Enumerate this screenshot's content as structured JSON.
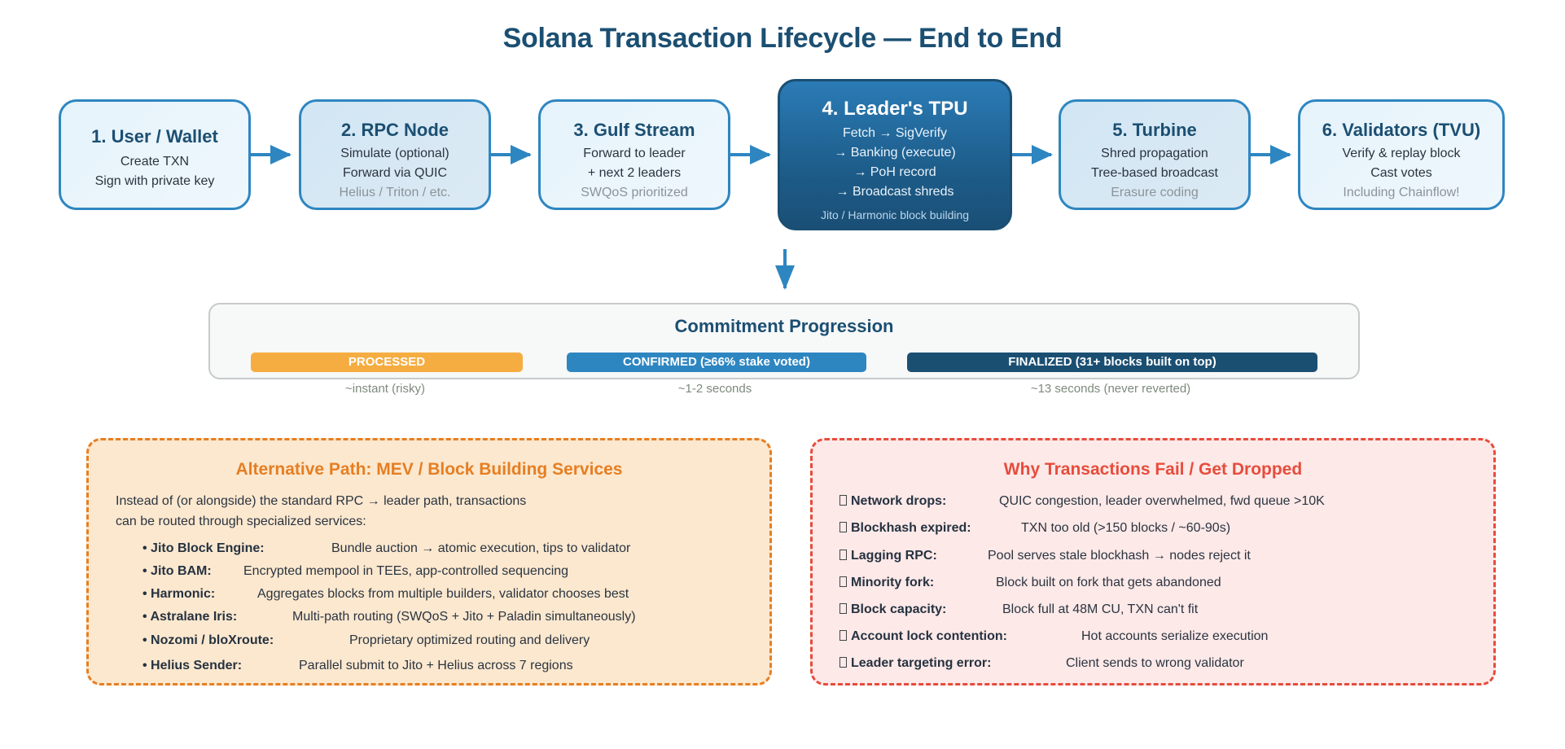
{
  "title": "Solana Transaction Lifecycle — End to End",
  "colors": {
    "primary": "#2e86c1",
    "dark": "#1b4f72",
    "processed": "#f5ad41",
    "confirmed": "#2e86c1",
    "finalized": "#1b4f72",
    "alt_accent": "#e67e22",
    "fail_accent": "#e74c3c"
  },
  "stages": [
    {
      "title": "1. User / Wallet",
      "lines": [
        "Create TXN",
        "Sign with private key"
      ],
      "note": ""
    },
    {
      "title": "2. RPC Node",
      "lines": [
        "Simulate (optional)",
        "Forward via QUIC"
      ],
      "note": "Helius / Triton / etc."
    },
    {
      "title": "3. Gulf Stream",
      "lines": [
        "Forward to leader",
        "+ next 2 leaders"
      ],
      "note": "SWQoS prioritized"
    },
    {
      "title": "4. Leader's TPU",
      "lines": [
        "Fetch → SigVerify",
        "→ Banking (execute)",
        "→ PoH record",
        "→ Broadcast shreds"
      ],
      "note": "Jito / Harmonic block building"
    },
    {
      "title": "5. Turbine",
      "lines": [
        "Shred propagation",
        "Tree-based broadcast"
      ],
      "note": "Erasure coding"
    },
    {
      "title": "6. Validators (TVU)",
      "lines": [
        "Verify & replay block",
        "Cast votes"
      ],
      "note": "Including Chainflow!"
    }
  ],
  "commitment": {
    "title": "Commitment Progression",
    "levels": [
      {
        "label": "PROCESSED",
        "sub": "~instant (risky)"
      },
      {
        "label": "CONFIRMED (≥66% stake voted)",
        "sub": "~1-2 seconds"
      },
      {
        "label": "FINALIZED (31+ blocks built on top)",
        "sub": "~13 seconds (never reverted)"
      }
    ]
  },
  "alt_path": {
    "title": "Alternative Path: MEV / Block Building Services",
    "intro": [
      "Instead of (or alongside) the standard RPC → leader path, transactions",
      "can be routed through specialized services:"
    ],
    "items": [
      {
        "label": "• Jito Block Engine:",
        "desc": "Bundle auction → atomic execution, tips to validator"
      },
      {
        "label": "• Jito BAM:",
        "desc": "Encrypted mempool in TEEs, app-controlled sequencing"
      },
      {
        "label": "• Harmonic:",
        "desc": "Aggregates blocks from multiple builders, validator chooses best"
      },
      {
        "label": "• Astralane Iris:",
        "desc": "Multi-path routing (SWQoS + Jito + Paladin simultaneously)"
      },
      {
        "label": "• Nozomi / bloXroute:",
        "desc": "Proprietary optimized routing and delivery"
      },
      {
        "label": "• Helius Sender:",
        "desc": "Parallel submit to Jito + Helius across 7 regions"
      }
    ]
  },
  "failures": {
    "title": "Why Transactions Fail / Get Dropped",
    "items": [
      {
        "label": "Network drops:",
        "desc": "QUIC congestion, leader overwhelmed, fwd queue >10K"
      },
      {
        "label": "Blockhash expired:",
        "desc": "TXN too old (>150 blocks / ~60-90s)"
      },
      {
        "label": "Lagging RPC:",
        "desc": "Pool serves stale blockhash → nodes reject it"
      },
      {
        "label": "Minority fork:",
        "desc": "Block built on fork that gets abandoned"
      },
      {
        "label": "Block capacity:",
        "desc": "Block full at 48M CU, TXN can't fit"
      },
      {
        "label": "Account lock contention:",
        "desc": "Hot accounts serialize execution"
      },
      {
        "label": "Leader targeting error:",
        "desc": "Client sends to wrong validator"
      }
    ]
  }
}
